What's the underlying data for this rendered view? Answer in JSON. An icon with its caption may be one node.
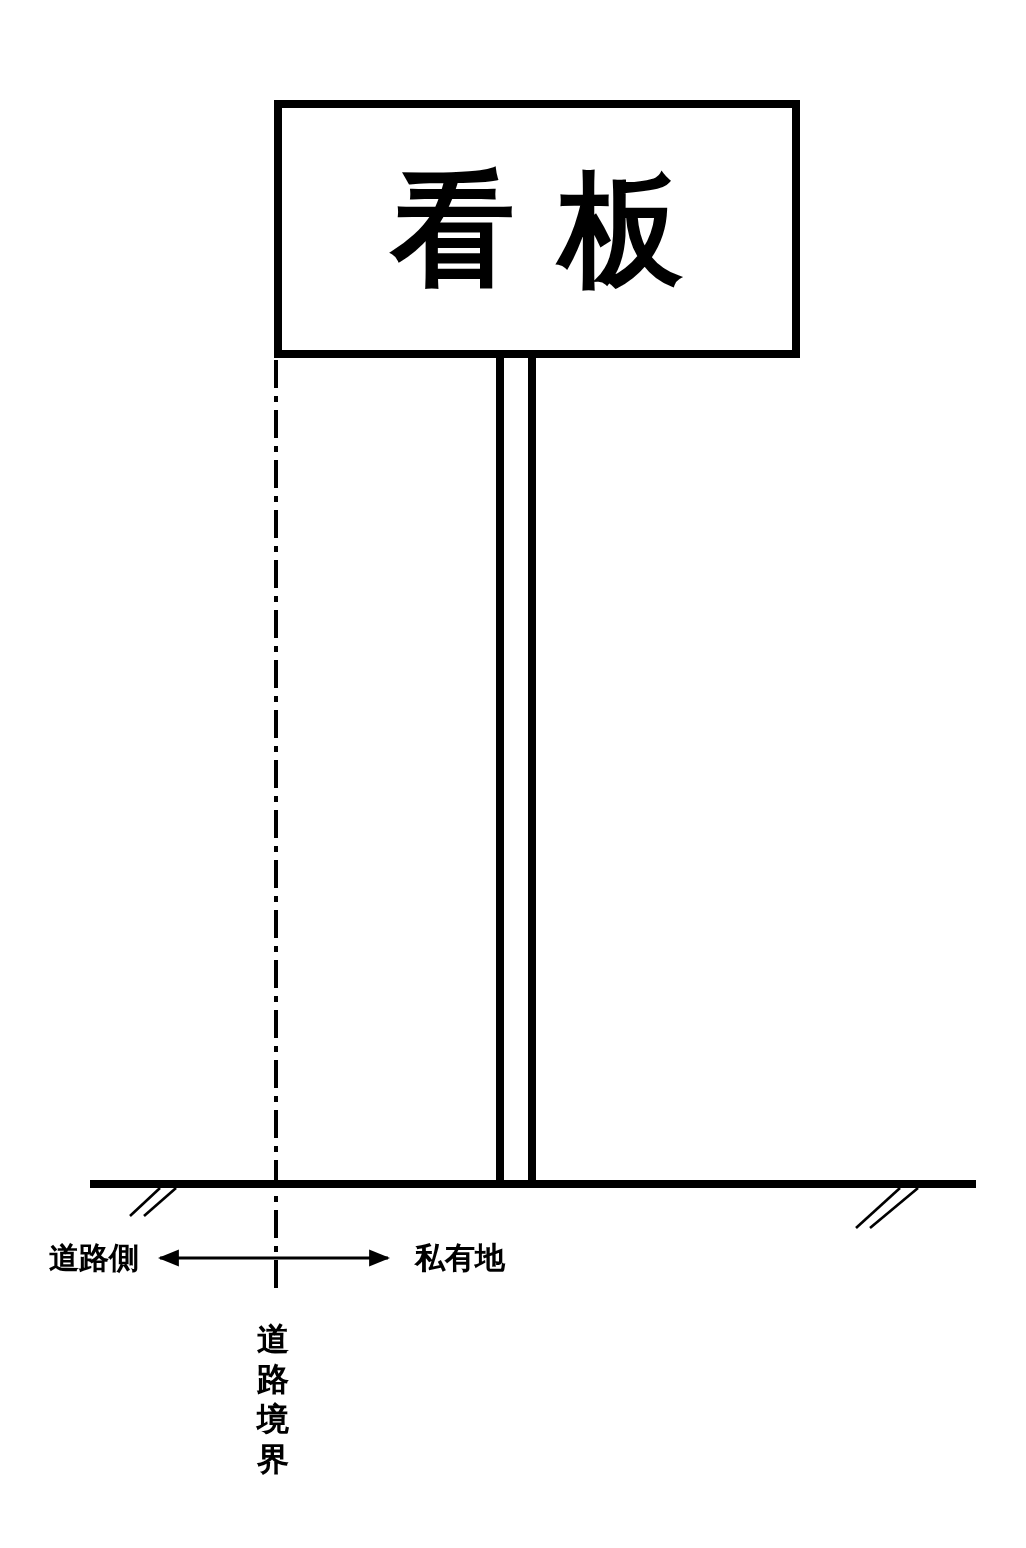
{
  "diagram": {
    "nodes": [
      {
        "text": [
          "看 板"
        ]
      },
      {
        "text": [
          "道路側"
        ]
      },
      {
        "text": [
          "私有地"
        ]
      }
    ],
    "edges": [
      {
        "from": 1,
        "to": 2,
        "arrow": "both"
      }
    ],
    "labels": [
      "道路境界"
    ]
  }
}
